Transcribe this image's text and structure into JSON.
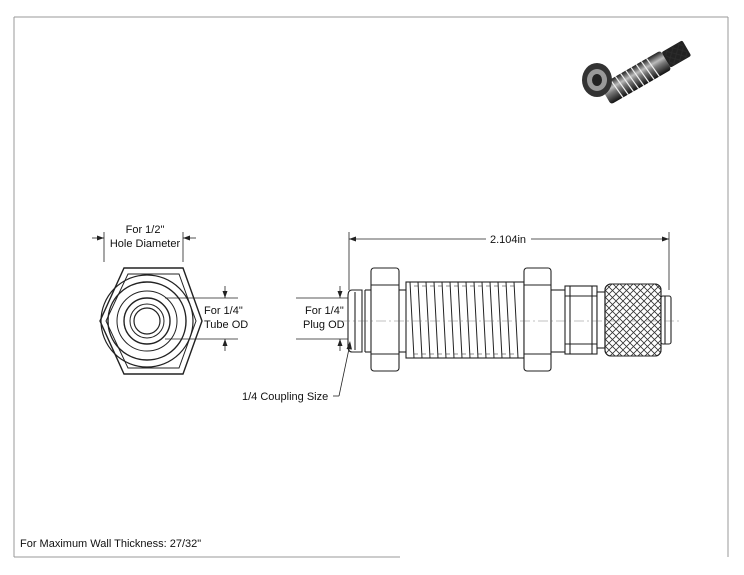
{
  "drawing": {
    "hole_label_line1": "For 1/2\"",
    "hole_label_line2": "Hole Diameter",
    "tube_label_line1": "For 1/4\"",
    "tube_label_line2": "Tube OD",
    "plug_label_line1": "For 1/4\"",
    "plug_label_line2": "Plug OD",
    "length_dimension": "2.104in",
    "coupling_label": "1/4 Coupling Size",
    "footer_note": "For Maximum Wall Thickness: 27/32\""
  }
}
